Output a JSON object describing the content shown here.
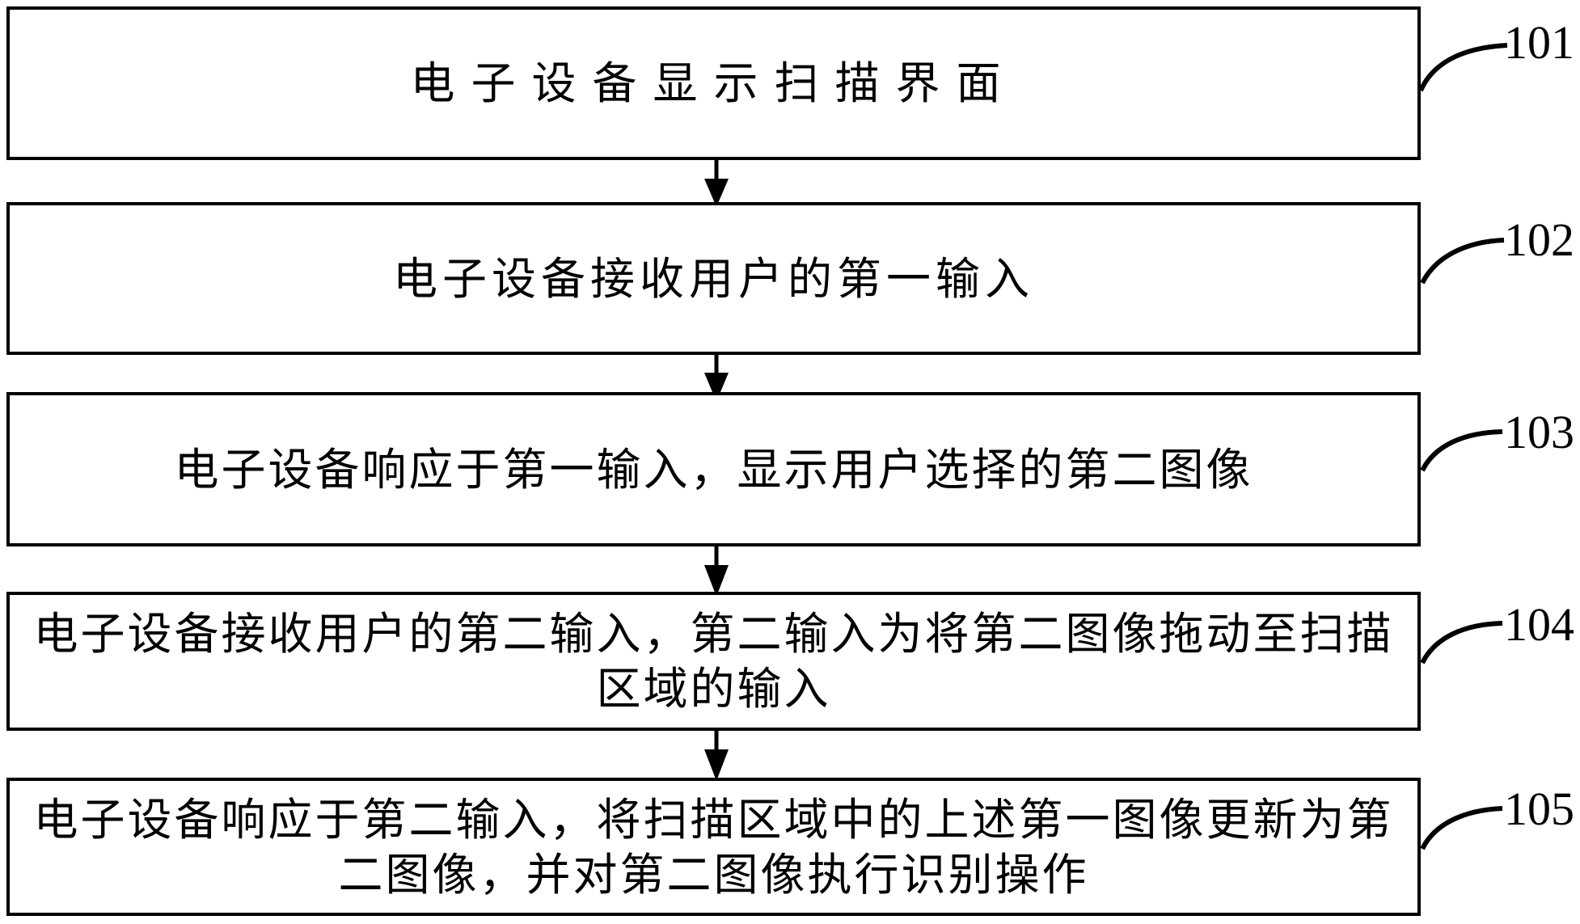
{
  "figure": {
    "background_color": "#ffffff",
    "ink_color": "#000000",
    "type": "flowchart"
  },
  "steps": [
    {
      "ref": "101",
      "text": "电子设备显示扫描界面"
    },
    {
      "ref": "102",
      "text": "电子设备接收用户的第一输入"
    },
    {
      "ref": "103",
      "text": "电子设备响应于第一输入，显示用户选择的第二图像"
    },
    {
      "ref": "104",
      "text": "电子设备接收用户的第二输入，第二输入为将第二图像拖动至扫描区域的输入"
    },
    {
      "ref": "105",
      "text": "电子设备响应于第二输入，将扫描区域中的上述第一图像更新为第二图像，并对第二图像执行识别操作"
    }
  ]
}
